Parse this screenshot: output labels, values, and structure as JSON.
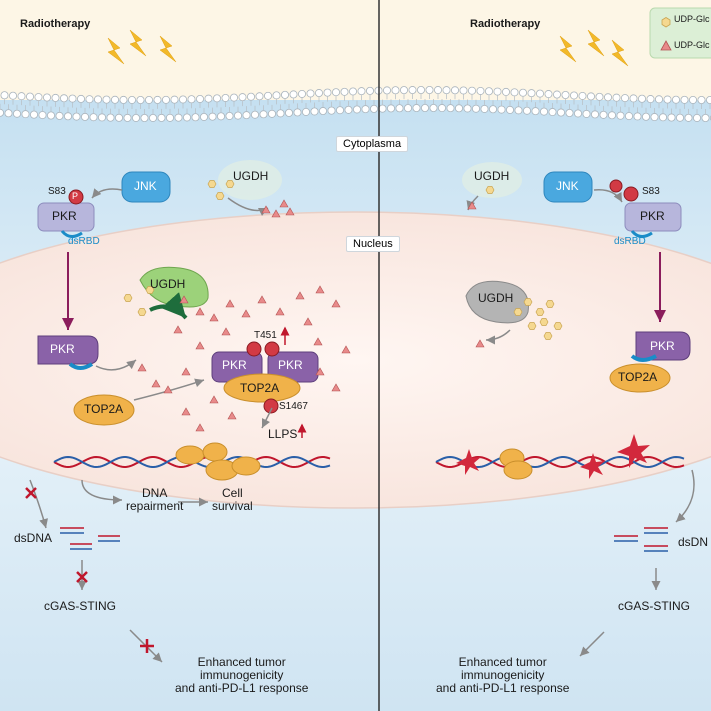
{
  "header": {
    "left_title": "Radiotherapy",
    "right_title": "Radiotherapy"
  },
  "legend": {
    "items": [
      {
        "label": "UDP-Glc",
        "icon": "hexagon-icon",
        "color": "#f5d890"
      },
      {
        "label": "UDP-Glc",
        "icon": "triangle-icon",
        "color": "#e88a8a"
      }
    ]
  },
  "regions": {
    "cytoplasm": "Cytoplasma",
    "nucleus": "Nucleus"
  },
  "left": {
    "jnk": "JNK",
    "ugdh_cyto": "UGDH",
    "pkr_cyto": "PKR",
    "s83": "S83",
    "p_mark": "P",
    "dsrbd": "dsRBD",
    "ugdh_nuc": "UGDH",
    "pkr_nuc": "PKR",
    "top2a_free": "TOP2A",
    "pkr_a": "PKR",
    "pkr_b": "PKR",
    "top2a_complex": "TOP2A",
    "t451": "T451",
    "s1467": "S1467",
    "llps": "LLPS",
    "dna_repair": "DNA\nrepairment",
    "cell_survival": "Cell\nsurvival",
    "dsdna": "dsDNA",
    "cgas": "cGAS-STING",
    "outcome": "Enhanced tumor\nimmunogenicity\nand anti-PD-L1 response"
  },
  "right": {
    "ugdh_cyto": "UGDH",
    "jnk": "JNK",
    "s83": "S83",
    "pkr_cyto": "PKR",
    "dsrbd": "dsRBD",
    "ugdh_nuc": "UGDH",
    "pkr_nuc": "PKR",
    "top2a": "TOP2A",
    "dsdna": "dsDN",
    "cgas": "cGAS-STING",
    "outcome": "Enhanced tumor\nimmunogenicity\nand anti-PD-L1 response"
  },
  "colors": {
    "extracellular": "#fdf6e6",
    "cytoplasm": "#d4e9f5",
    "nucleus": "#fbece6",
    "jnk": "#4aa8df",
    "pkr": "#8a62a8",
    "pkr_light": "#b7b6dc",
    "ugdh_active": "#9cd27a",
    "ugdh_inactive": "#b4b4b4",
    "top2a": "#f0b24a",
    "phospho": "#d23a44",
    "dna_red": "#c0162c",
    "dna_blue": "#2a5fa8"
  }
}
